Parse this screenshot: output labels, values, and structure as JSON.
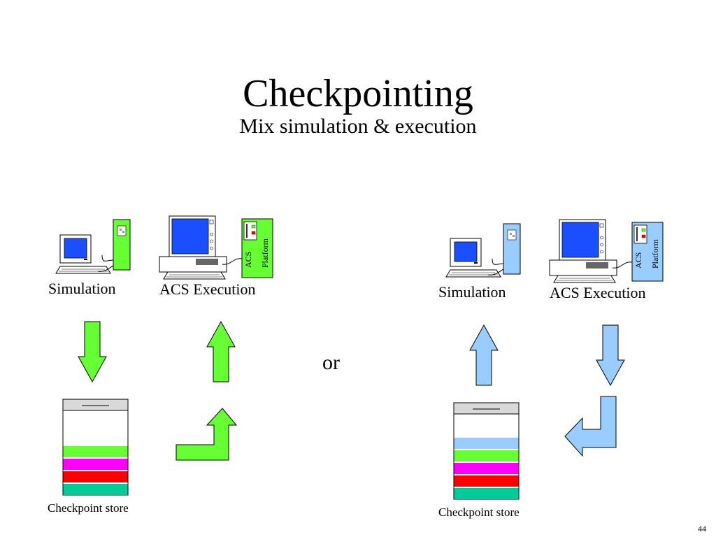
{
  "slide": {
    "title": "Checkpointing",
    "subtitle": "Mix simulation & execution",
    "or_label": "or",
    "page_number": "44"
  },
  "left_panel": {
    "arrow_color": "#66ff33",
    "simulation_label": "Simulation",
    "execution_label": "ACS Execution",
    "platform_label_line1": "ACS",
    "platform_label_line2": "Platform",
    "store_label": "Checkpoint store",
    "store_layers": [
      {
        "name": "green-layer",
        "color": "#66ff33"
      },
      {
        "name": "magenta-layer",
        "color": "#ff00ff"
      },
      {
        "name": "red-layer",
        "color": "#ff0000"
      },
      {
        "name": "teal-layer",
        "color": "#00cc99"
      }
    ]
  },
  "right_panel": {
    "arrow_color": "#99ccff",
    "simulation_label": "Simulation",
    "execution_label": "ACS Execution",
    "platform_label_line1": "ACS",
    "platform_label_line2": "Platform",
    "store_label": "Checkpoint store",
    "store_layers": [
      {
        "name": "light-blue-layer",
        "color": "#99ccff"
      },
      {
        "name": "green-layer",
        "color": "#66ff33"
      },
      {
        "name": "magenta-layer",
        "color": "#ff00ff"
      },
      {
        "name": "red-layer",
        "color": "#ff0000"
      },
      {
        "name": "teal-layer",
        "color": "#00cc99"
      }
    ]
  }
}
